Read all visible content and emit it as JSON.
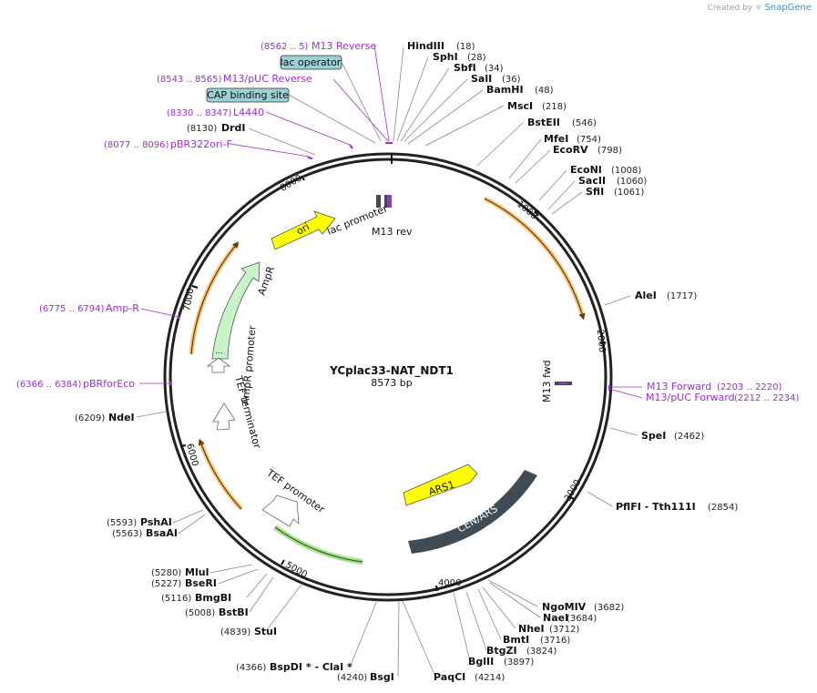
{
  "app": {
    "credit": "Created by",
    "brand": "SnapGene"
  },
  "plasmid": {
    "name": "YCplac33-NAT_NDT1",
    "size_label": "8573 bp"
  },
  "colors": {
    "backbone": "#222222",
    "primer": "#9b30c8",
    "ori": "#ffff00",
    "ampr": "#c8f5c8",
    "cen_ars": "#3f4b55",
    "ars1": "#ffff00",
    "orange_feature": "#e9a23b",
    "green_feature": "#6cc04a",
    "box_feature": "#9ad0d6"
  },
  "ticks": [
    "1000",
    "2000",
    "3000",
    "4000",
    "5000",
    "6000",
    "7000",
    "8000"
  ],
  "sites": [
    {
      "name": "HindIII",
      "pos": "(18)"
    },
    {
      "name": "SphI",
      "pos": "(28)"
    },
    {
      "name": "SbfI",
      "pos": "(34)"
    },
    {
      "name": "SalI",
      "pos": "(36)"
    },
    {
      "name": "BamHI",
      "pos": "(48)"
    },
    {
      "name": "MscI",
      "pos": "(218)"
    },
    {
      "name": "BstEII",
      "pos": "(546)"
    },
    {
      "name": "MfeI",
      "pos": "(754)"
    },
    {
      "name": "EcoRV",
      "pos": "(798)"
    },
    {
      "name": "EcoNI",
      "pos": "(1008)"
    },
    {
      "name": "SacII",
      "pos": "(1060)"
    },
    {
      "name": "SfiI",
      "pos": "(1061)"
    },
    {
      "name": "AleI",
      "pos": "(1717)"
    },
    {
      "name": "SpeI",
      "pos": "(2462)"
    },
    {
      "name": "PflFI - Tth111I",
      "pos": "(2854)"
    },
    {
      "name": "NgoMIV",
      "pos": "(3682)"
    },
    {
      "name": "NaeI",
      "pos": "(3684)"
    },
    {
      "name": "NheI",
      "pos": "(3712)"
    },
    {
      "name": "BmtI",
      "pos": "(3716)"
    },
    {
      "name": "BtgZI",
      "pos": "(3824)"
    },
    {
      "name": "BglII",
      "pos": "(3897)"
    },
    {
      "name": "PaqCI",
      "pos": "(4214)"
    },
    {
      "name": "BsgI",
      "pos": "(4240)"
    },
    {
      "name": "BspDI * - ClaI *",
      "pos": "(4366)"
    },
    {
      "name": "StuI",
      "pos": "(4839)"
    },
    {
      "name": "BstBI",
      "pos": "(5008)"
    },
    {
      "name": "BmgBI",
      "pos": "(5116)"
    },
    {
      "name": "BseRI",
      "pos": "(5227)"
    },
    {
      "name": "MluI",
      "pos": "(5280)"
    },
    {
      "name": "BsaAI",
      "pos": "(5563)"
    },
    {
      "name": "PshAI",
      "pos": "(5593)"
    },
    {
      "name": "NdeI",
      "pos": "(6209)"
    },
    {
      "name": "DrdI",
      "pos": "(8130)"
    }
  ],
  "primers": [
    {
      "name": "M13 Reverse",
      "range": "(8562 .. 5)"
    },
    {
      "name": "M13/pUC Reverse",
      "range": "(8543 .. 8565)"
    },
    {
      "name": "L4440",
      "range": "(8330 .. 8347)"
    },
    {
      "name": "pBR322ori-F",
      "range": "(8077 .. 8096)"
    },
    {
      "name": "Amp-R",
      "range": "(6775 .. 6794)"
    },
    {
      "name": "pBRforEco",
      "range": "(6366 .. 6384)"
    },
    {
      "name": "M13 Forward",
      "range": "(2203 .. 2220)"
    },
    {
      "name": "M13/pUC Forward",
      "range": "(2212 .. 2234)"
    }
  ],
  "boxed_features": [
    "lac operator",
    "CAP binding site"
  ],
  "features": {
    "ori": "ori",
    "ampr": "AmpR",
    "ampr_promoter": "AmpR promoter",
    "tef_terminator": "TEF terminator",
    "tef_promoter": "TEF promoter",
    "ars1": "ARS1",
    "cen_ars": "CEN/ARS",
    "lac_promoter": "lac promoter",
    "m13_rev": "M13 rev",
    "m13_fwd": "M13 fwd"
  }
}
